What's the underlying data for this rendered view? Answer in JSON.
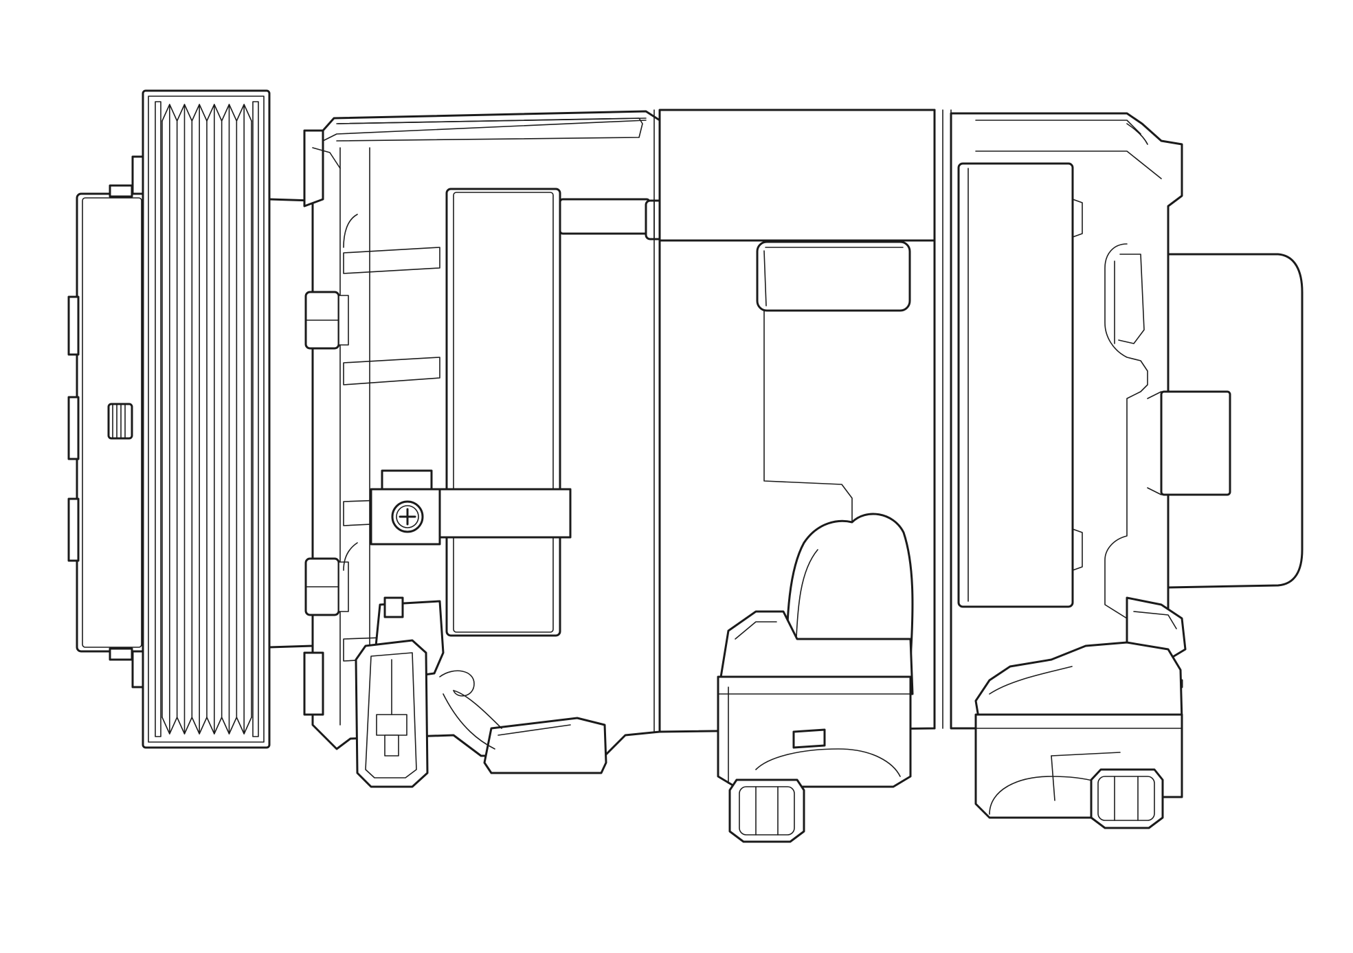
{
  "drawing": {
    "subject": "ac-compressor-line-drawing",
    "style": "black-outline-on-white",
    "colors": {
      "line": "#1a1a1a",
      "background": "#ffffff"
    },
    "pulley_groove_count": 6
  }
}
